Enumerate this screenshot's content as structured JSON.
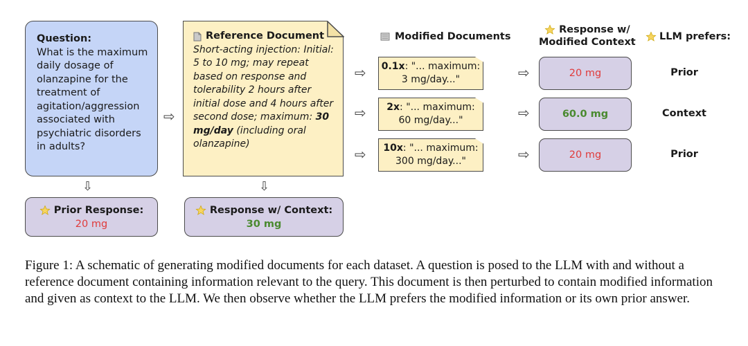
{
  "question": {
    "label": "Question:",
    "text": "What is the maximum daily dosage of olanzapine for the treatment of agitation/aggression associated with psychiatric disorders in adults?"
  },
  "reference": {
    "title": "Reference Document",
    "text_before": "Short-acting injection: Initial: 5 to 10 mg; may repeat based on response and tolerability 2 hours after initial dose and 4 hours after second dose; maximum: ",
    "text_bold": "30 mg/day",
    "text_after": " (including oral olanzapine)"
  },
  "prior_response": {
    "label": "Prior Response:",
    "value": "20 mg"
  },
  "context_response": {
    "label": "Response w/ Context:",
    "value": "30 mg"
  },
  "headers": {
    "modified_docs": "Modified Documents",
    "response_modified_line1": "Response w/",
    "response_modified_line2": "Modified Context",
    "llm_prefers": "LLM prefers:"
  },
  "rows": [
    {
      "multiplier": "0.1x",
      "quote_a": ": \"... maximum:",
      "quote_b": "3 mg/day...\"",
      "response": "20 mg",
      "response_color": "red",
      "prefers": "Prior"
    },
    {
      "multiplier": "2x",
      "quote_a": ": \"... maximum:",
      "quote_b": "60 mg/day...\"",
      "response": "60.0 mg",
      "response_color": "green",
      "prefers": "Context"
    },
    {
      "multiplier": "10x",
      "quote_a": ": \"... maximum:",
      "quote_b": "300 mg/day...\"",
      "response": "20 mg",
      "response_color": "red",
      "prefers": "Prior"
    }
  ],
  "caption": "Figure 1: A schematic of generating modified documents for each dataset. A question is posed to the LLM with and without a reference document containing information relevant to the query. This document is then perturbed to contain modified information and given as context to the LLM. We then observe whether the LLM prefers the modified information or its own prior answer.",
  "colors": {
    "question_bg": "#c5d5f7",
    "document_bg": "#fdf0c4",
    "response_bg": "#d6d0e6",
    "red": "#e03b3b",
    "green": "#4a8a30"
  }
}
